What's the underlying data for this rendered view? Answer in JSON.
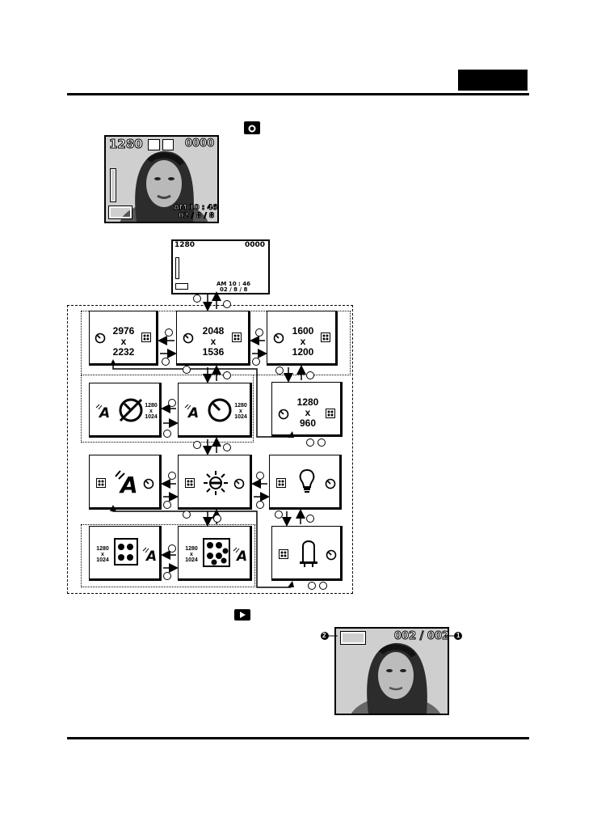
{
  "capture_lcd": {
    "resolution": "1280",
    "counter": "0000",
    "time": "AM 10 : 46",
    "date": "02 / 8 / 8"
  },
  "mini_lcd": {
    "resolution": "1280",
    "counter": "0000",
    "time": "AM 10 : 46",
    "date": "02 / 8 / 8"
  },
  "menu": {
    "res_2976": [
      "2976",
      "x",
      "2232"
    ],
    "res_2048": [
      "2048",
      "x",
      "1536"
    ],
    "res_1600": [
      "1600",
      "x",
      "1200"
    ],
    "res_1280": [
      "1280",
      "x",
      "960"
    ],
    "small_res": [
      "1280",
      "x",
      "1024"
    ]
  },
  "playback_lcd": {
    "counter": "002 / 002",
    "callout_left": "2",
    "callout_right": "1"
  },
  "icons": [
    "camera-mode-icon",
    "playback-mode-icon",
    "self-timer-icon",
    "quality-icon",
    "flash-auto-icon",
    "sun-icon",
    "bulb-icon",
    "fluorescent-icon"
  ]
}
